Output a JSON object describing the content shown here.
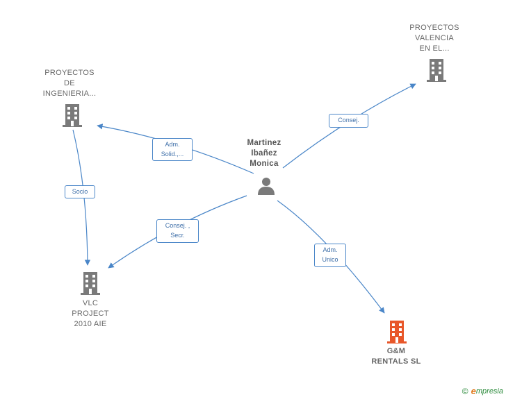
{
  "colors": {
    "edge": "#4a86c8",
    "company_icon": "#7a7a7a",
    "highlight_icon": "#e8572a",
    "person_icon": "#7a7a7a"
  },
  "nodes": {
    "person": {
      "label": "Martinez\nIbañez\nMonica",
      "icon": "person-icon"
    },
    "proyectos_ingenieria": {
      "label": "PROYECTOS\nDE\nINGENIERIA...",
      "icon": "building-icon"
    },
    "proyectos_valencia": {
      "label": "PROYECTOS\nVALENCIA\nEN EL...",
      "icon": "building-icon"
    },
    "vlc_project": {
      "label": "VLC\nPROJECT\n2010 AIE",
      "icon": "building-icon"
    },
    "gm_rentals": {
      "label": "G&M\nRENTALS  SL",
      "icon": "building-icon"
    }
  },
  "edges": {
    "to_ingenieria": "Adm.\nSolid.,...",
    "to_valencia": "Consej.",
    "to_vlc": "Consej. ,\nSecr.",
    "to_gm": "Adm.\nUnico",
    "ingenieria_to_vlc": "Socio"
  },
  "watermark": {
    "copyright": "©",
    "brand_initial": "e",
    "brand_rest": "mpresia"
  }
}
